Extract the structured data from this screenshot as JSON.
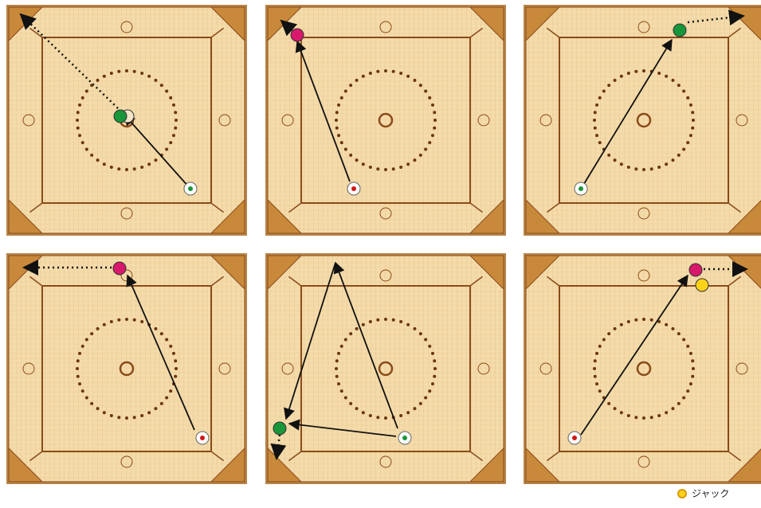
{
  "legend": {
    "label": "ジャック",
    "color": "#ffd21a"
  },
  "colors": {
    "board_light": "#f3d9a6",
    "board_mid": "#e9c98c",
    "board_line": "#8a4b1a",
    "corner": "#c8893b",
    "dots": "#6b3510",
    "green": "#18963a",
    "pink": "#d8186c",
    "arrow": "#111111"
  },
  "diagrams": [
    {
      "id": "board-1",
      "striker_color": "green-white",
      "target_piece": "green",
      "arrow": "solid-then-dotted-up-left"
    },
    {
      "id": "board-2",
      "striker_color": "red-white",
      "target_piece": "pink",
      "arrow": "solid-up-left"
    },
    {
      "id": "board-3",
      "striker_color": "green-white",
      "target_piece": "green",
      "arrow": "solid-up-right-then-dotted-right"
    },
    {
      "id": "board-4",
      "striker_color": "red-white",
      "target_piece": "pink",
      "arrow": "solid-up-then-dotted-left"
    },
    {
      "id": "board-5",
      "striker_color": "green-white",
      "target_piece": "green",
      "arrow": "bounce-two-legs-then-dotted-down"
    },
    {
      "id": "board-6",
      "striker_color": "red-white",
      "target_piece": "pink",
      "arrow": "solid-up-right-then-dotted-right"
    }
  ]
}
